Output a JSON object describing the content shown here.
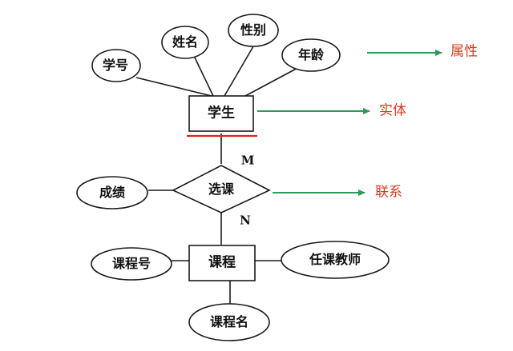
{
  "colors": {
    "line": "#1a1a1a",
    "arrow": "#2e9a5a",
    "annotation": "#d63b1f",
    "underline": "#e0241b"
  },
  "entities": {
    "student": "学生",
    "course": "课程"
  },
  "relationship": {
    "enroll": "选课"
  },
  "attributes": {
    "student_id": "学号",
    "name": "姓名",
    "gender": "性别",
    "age": "年龄",
    "grade": "成绩",
    "course_id": "课程号",
    "teacher": "任课教师",
    "course_name": "课程名"
  },
  "cardinality": {
    "student_side": "M",
    "course_side": "N"
  },
  "annotations": {
    "attribute": "属性",
    "entity": "实体",
    "relationship": "联系"
  }
}
